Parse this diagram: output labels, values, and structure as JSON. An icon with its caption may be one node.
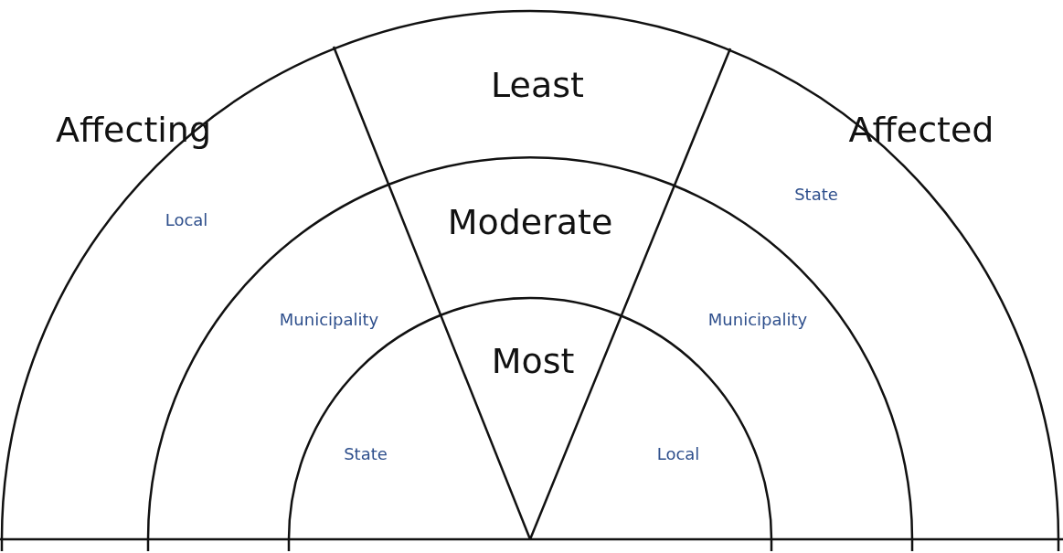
{
  "diagram": {
    "labels": [
      "Least",
      "Affecting",
      "Affected",
      "State",
      "Local",
      "Moderate",
      "Municipality",
      "Municipality",
      "Most",
      "State",
      "Local"
    ]
  }
}
